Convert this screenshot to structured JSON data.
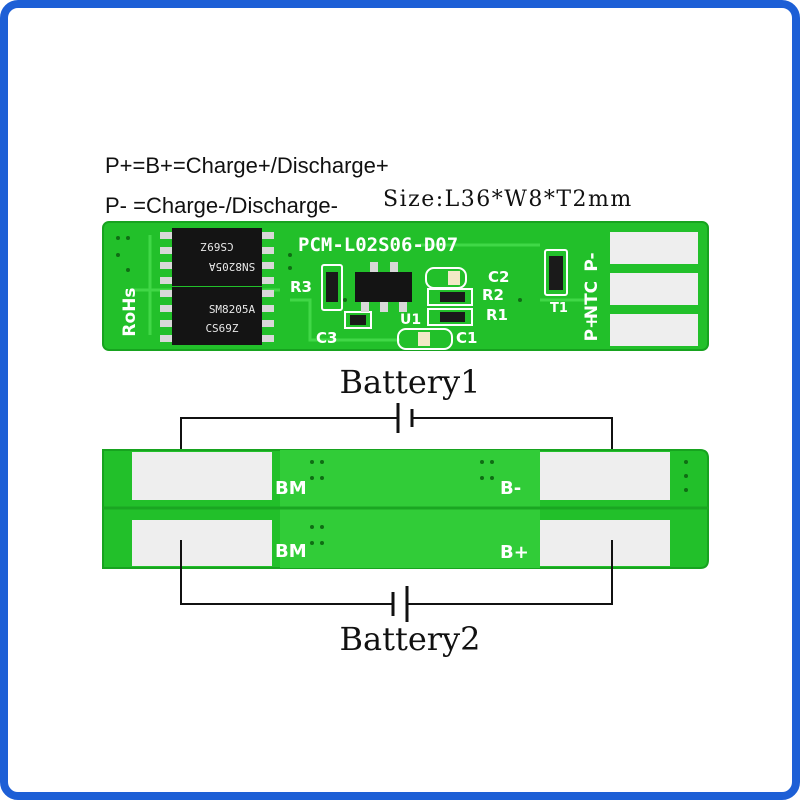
{
  "notes": {
    "positive": "P+=B+=Charge+/Discharge+",
    "negative": "P- =Charge-/Discharge-",
    "size": "Size:L36*W8*T2mm"
  },
  "top_board": {
    "model": "PCM-L02S06-D07",
    "rohs": "RoHs",
    "mosfet1": {
      "line1": "SN8205A",
      "line2": "CS69Z"
    },
    "mosfet2": {
      "line1": "SM8205A",
      "line2": "CS69Z"
    },
    "labels": {
      "r3": "R3",
      "c3": "C3",
      "u1": "U1",
      "c2": "C2",
      "r2": "R2",
      "r1": "R1",
      "c1": "C1",
      "t1": "T1"
    },
    "pads": {
      "p_minus": "P-",
      "ntc": "NTC",
      "p_plus": "P+"
    }
  },
  "bottom_board": {
    "bm_top": "BM",
    "bm_bottom": "BM",
    "b_minus": "B-",
    "b_plus": "B+"
  },
  "batteries": {
    "battery1": "Battery1",
    "battery2": "Battery2"
  },
  "colors": {
    "frame": "#1d5fd6",
    "pcb": "#22c02a",
    "pcb_edge": "#17a31f",
    "pad": "#eeeeee",
    "chip": "#141414"
  }
}
